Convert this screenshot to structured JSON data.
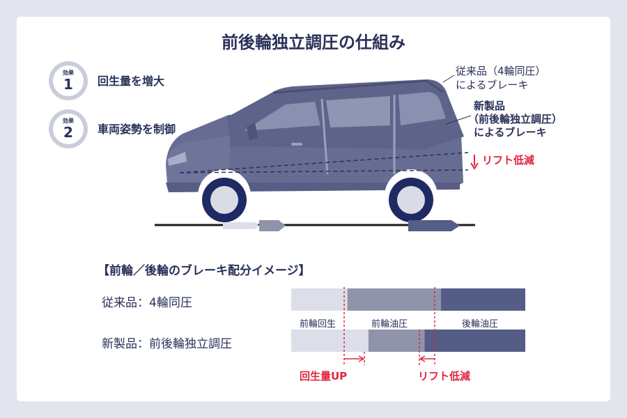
{
  "title": "前後輪独立調圧の仕組み",
  "effects": [
    {
      "badge": "効果",
      "number": "1",
      "text": "回生量を増大"
    },
    {
      "badge": "効果",
      "number": "2",
      "text": "車両姿勢を制御"
    }
  ],
  "car_labels": {
    "conventional_line1": "従来品（4輪同圧）",
    "conventional_line2": "によるブレーキ",
    "new_line1": "新製品",
    "new_line2": "（前後輪独立調圧）",
    "new_line3": "によるブレーキ",
    "lift_reduction": "リフト低減"
  },
  "distribution": {
    "title": "【前輪／後輪のブレーキ配分イメージ】",
    "conventional_label": "従来品：4輪同圧",
    "new_label": "新製品：前後輪独立調圧",
    "captions": {
      "front_regen": "前輪回生",
      "front_hydraulic": "前輪油圧",
      "rear_hydraulic": "後輪油圧"
    },
    "regen_up": "回生量UP",
    "lift_reduction": "リフト低減",
    "conventional_segments": [
      0.24,
      0.4,
      0.36
    ],
    "new_segments": [
      0.33,
      0.24,
      0.43
    ]
  },
  "colors": {
    "text": "#2a3158",
    "accent_red": "#e0243f",
    "front_regen": "#dcdfe9",
    "front_hydraulic": "#8f94aa",
    "rear_hydraulic": "#545d86",
    "car_body": "#666c92"
  }
}
